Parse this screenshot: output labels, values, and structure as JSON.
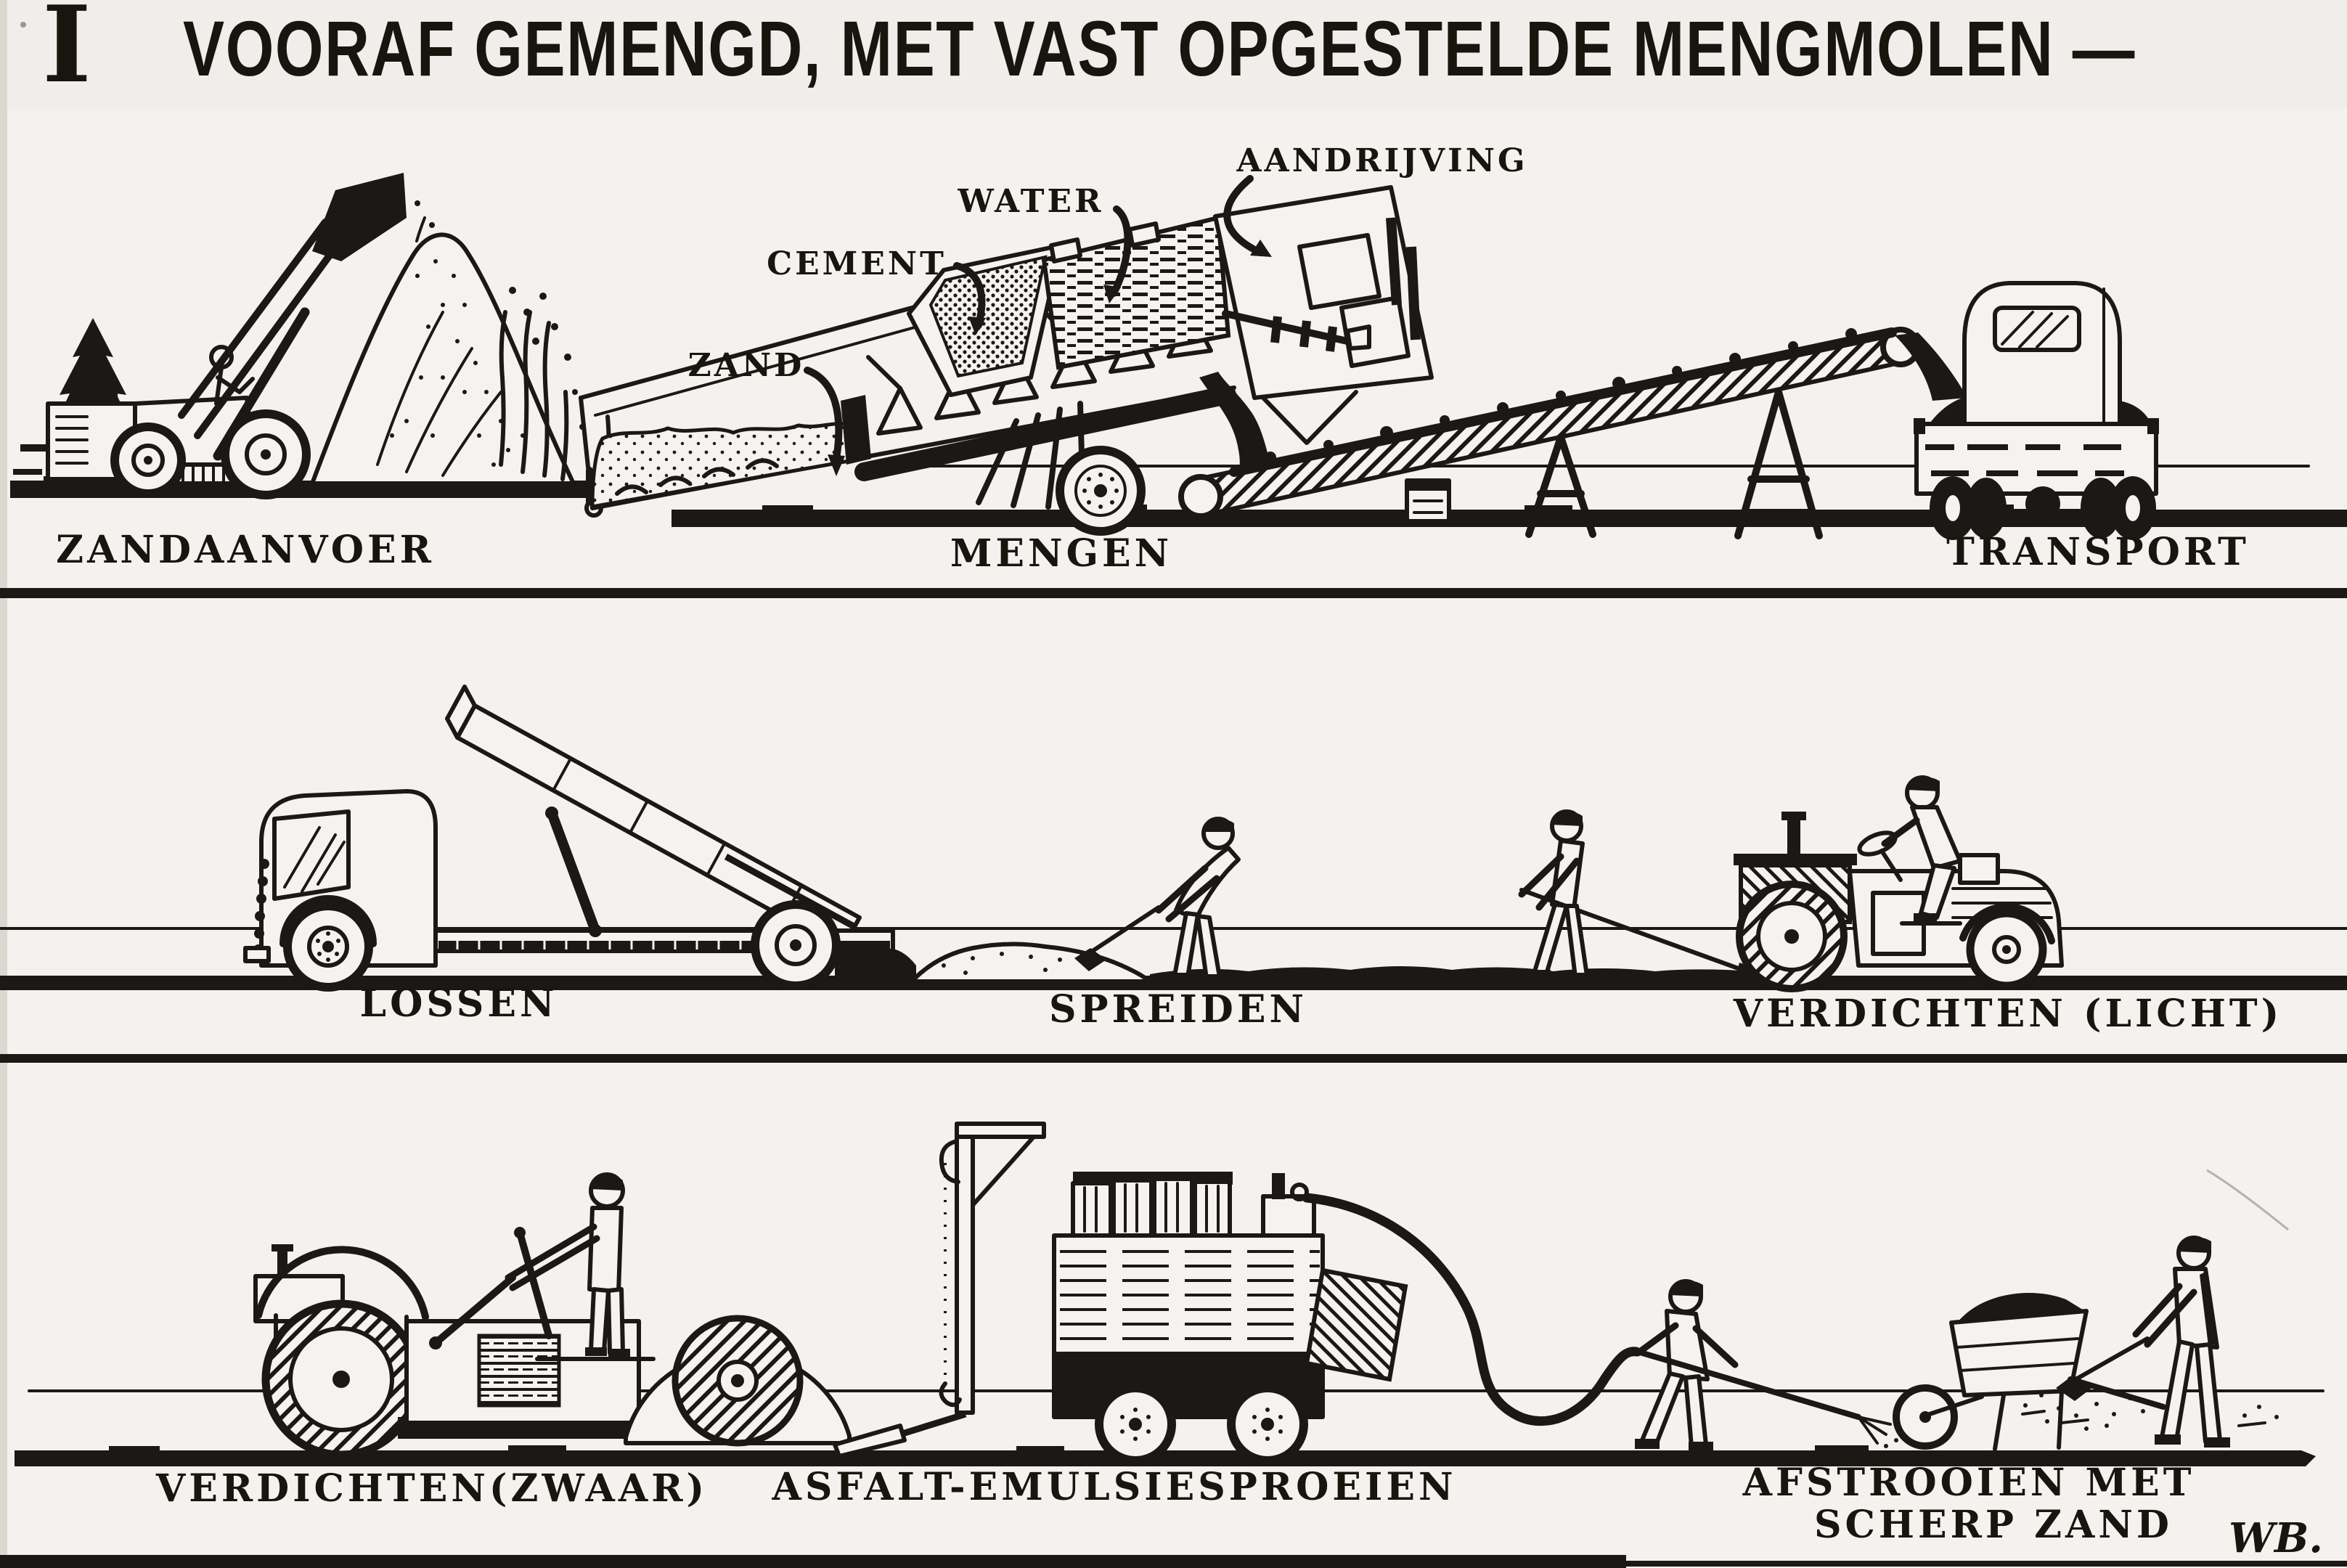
{
  "canvas": {
    "background": "#f4f2ee",
    "ink": "#1b1815"
  },
  "title": {
    "numeral": "I",
    "text": "VOORAF GEMENGD, MET VAST OPGESTELDE MENGMOLEN —"
  },
  "callouts": {
    "zand": "ZAND",
    "cement": "CEMENT",
    "water": "WATER",
    "aandrijving": "AANDRIJVING"
  },
  "stages": {
    "zandaanvoer": {
      "label": "ZANDAANVOER"
    },
    "mengen": {
      "label": "MENGEN"
    },
    "transport": {
      "label": "TRANSPORT"
    },
    "lossen": {
      "label": "LOSSEN"
    },
    "spreiden": {
      "label": "SPREIDEN"
    },
    "verdichten_licht": {
      "label": "VERDICHTEN (LICHT)"
    },
    "verdichten_zwaar": {
      "label": "VERDICHTEN(ZWAAR)"
    },
    "asfalt_emulsiesproeien": {
      "label": "ASFALT-EMULSIESPROEIEN"
    },
    "afstrooien": {
      "label_line1": "AFSTROOIEN MET",
      "label_line2": "SCHERP ZAND"
    }
  },
  "signature": "WB."
}
